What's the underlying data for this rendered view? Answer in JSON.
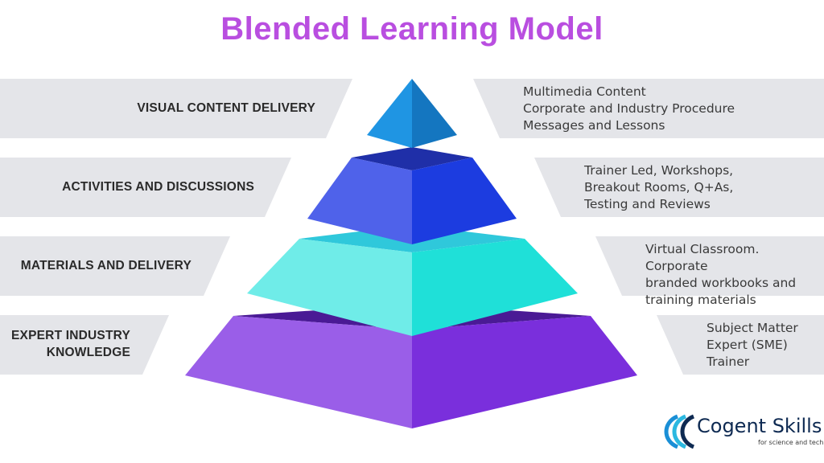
{
  "title": "Blended Learning Model",
  "left_labels": [
    [
      "VISUAL CONTENT DELIVERY"
    ],
    [
      "ACTIVITIES AND DISCUSSIONS"
    ],
    [
      "MATERIALS AND DELIVERY"
    ],
    [
      "EXPERT INDUSTRY",
      "KNOWLEDGE"
    ]
  ],
  "right_labels": [
    [
      "Multimedia Content",
      "Corporate and Industry Procedure",
      "Messages and Lessons"
    ],
    [
      "Trainer Led, Workshops,",
      "Breakout Rooms, Q+As,",
      "Testing and Reviews"
    ],
    [
      "Virtual Classroom. Corporate",
      "branded workbooks and",
      "training materials"
    ],
    [
      "Subject Matter",
      "Expert (SME)",
      "Trainer"
    ]
  ],
  "colors": {
    "title": "#b94ee0",
    "band": "#e3e4e8",
    "tier1": "#1f8fdc",
    "tier2": "#3b56e6",
    "tier3": "#22dcd6",
    "tier4": "#8a3ee0"
  },
  "logo": {
    "name": "Cogent Skills",
    "tagline": "for science and technology"
  }
}
